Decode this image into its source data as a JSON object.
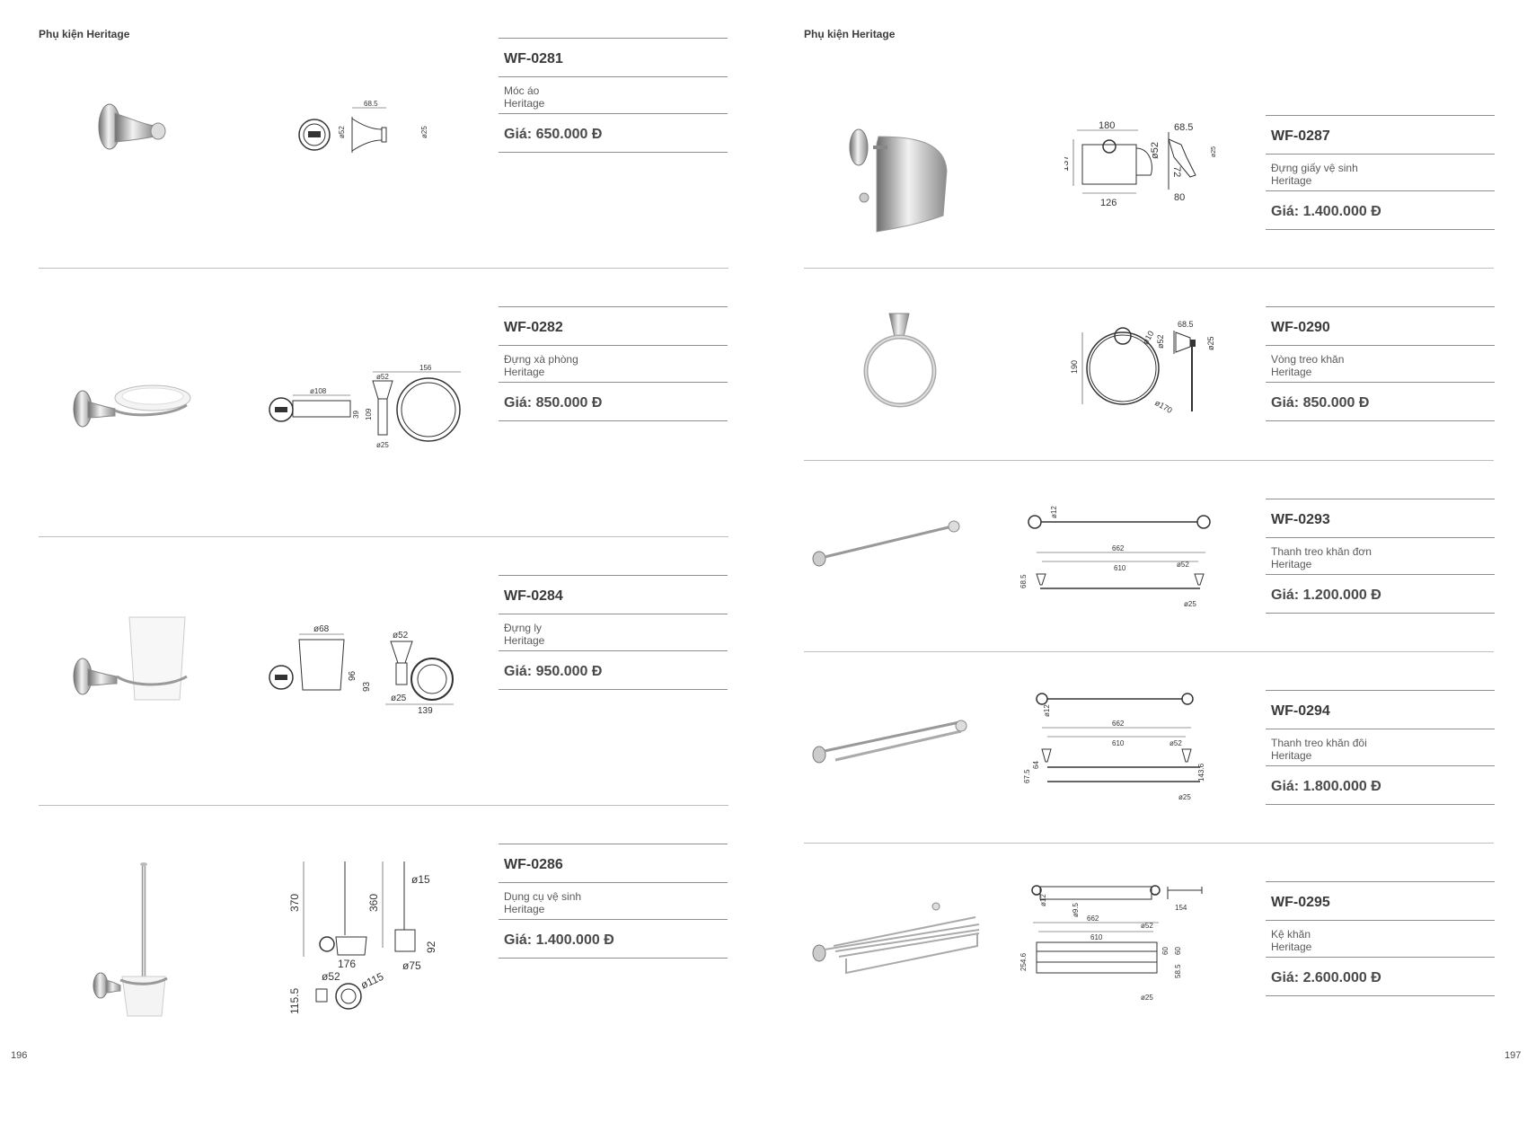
{
  "left_page": {
    "section_title": "Phụ kiện Heritage",
    "page_number": "196",
    "products": [
      {
        "code": "WF-0281",
        "name": "Móc áo",
        "series": "Heritage",
        "price": "Giá: 650.000 Đ",
        "dims": [
          "68.5",
          "ø52",
          "ø25"
        ]
      },
      {
        "code": "WF-0282",
        "name": "Đựng xà phòng",
        "series": "Heritage",
        "price": "Giá: 850.000 Đ",
        "dims": [
          "ø108",
          "39",
          "156",
          "ø52",
          "109",
          "ø25"
        ]
      },
      {
        "code": "WF-0284",
        "name": "Đựng ly",
        "series": "Heritage",
        "price": "Giá: 950.000 Đ",
        "dims": [
          "ø68",
          "96",
          "ø52",
          "93",
          "ø25",
          "139"
        ]
      },
      {
        "code": "WF-0286",
        "name": "Dụng cụ vệ sinh",
        "series": "Heritage",
        "price": "Giá: 1.400.000 Đ",
        "dims": [
          "370",
          "176",
          "360",
          "ø15",
          "92",
          "ø75",
          "ø52",
          "ø115",
          "115.5"
        ]
      }
    ]
  },
  "right_page": {
    "section_title": "Phụ kiện Heritage",
    "page_number": "197",
    "products": [
      {
        "code": "WF-0287",
        "name": "Đựng giấy vệ sinh",
        "series": "Heritage",
        "price": "Giá: 1.400.000 Đ",
        "dims": [
          "180",
          "137",
          "126",
          "ø52",
          "68.5",
          "72",
          "80",
          "ø25"
        ]
      },
      {
        "code": "WF-0290",
        "name": "Vòng treo khăn",
        "series": "Heritage",
        "price": "Giá: 850.000 Đ",
        "dims": [
          "190",
          "ø10",
          "ø52",
          "ø170",
          "68.5",
          "ø25"
        ]
      },
      {
        "code": "WF-0293",
        "name": "Thanh treo khăn đơn",
        "series": "Heritage",
        "price": "Giá: 1.200.000 Đ",
        "dims": [
          "ø12",
          "662",
          "610",
          "ø52",
          "68.5",
          "ø25"
        ]
      },
      {
        "code": "WF-0294",
        "name": "Thanh treo khăn đôi",
        "series": "Heritage",
        "price": "Giá: 1.800.000 Đ",
        "dims": [
          "ø12",
          "662",
          "610",
          "ø52",
          "67.5",
          "64",
          "143.6",
          "ø25"
        ]
      },
      {
        "code": "WF-0295",
        "name": "Kệ khăn",
        "series": "Heritage",
        "price": "Giá: 2.600.000 Đ",
        "dims": [
          "ø12",
          "ø9.5",
          "154",
          "662",
          "610",
          "ø52",
          "254.6",
          "60",
          "60",
          "58.5",
          "ø25"
        ]
      }
    ]
  }
}
